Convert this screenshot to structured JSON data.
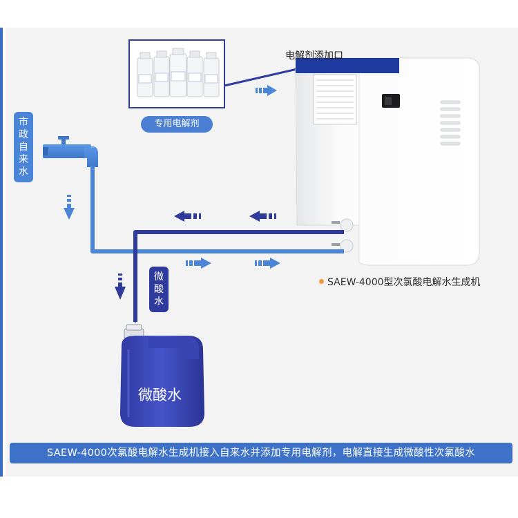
{
  "labels": {
    "inlet_label": "电解剂添加口",
    "electrolyte_label": "专用电解剂",
    "tap_water_label": [
      "市",
      "政",
      "自",
      "来",
      "水"
    ],
    "acid_water_vertical": [
      "微",
      "酸",
      "水"
    ],
    "jug_label": "微酸水",
    "machine_caption": "SAEW-4000型次氯酸电解水生成机",
    "bottom_banner": "SAEW-4000次氯酸电解水生成机接入自来水并添加专用电解剂，电解直接生成微酸性次氯酸水"
  },
  "colors": {
    "tap_blue": "#4a85d8",
    "dark_blue": "#2e3a9c",
    "banner_blue": "#3d72c8",
    "accent_orange": "#f29a38"
  }
}
